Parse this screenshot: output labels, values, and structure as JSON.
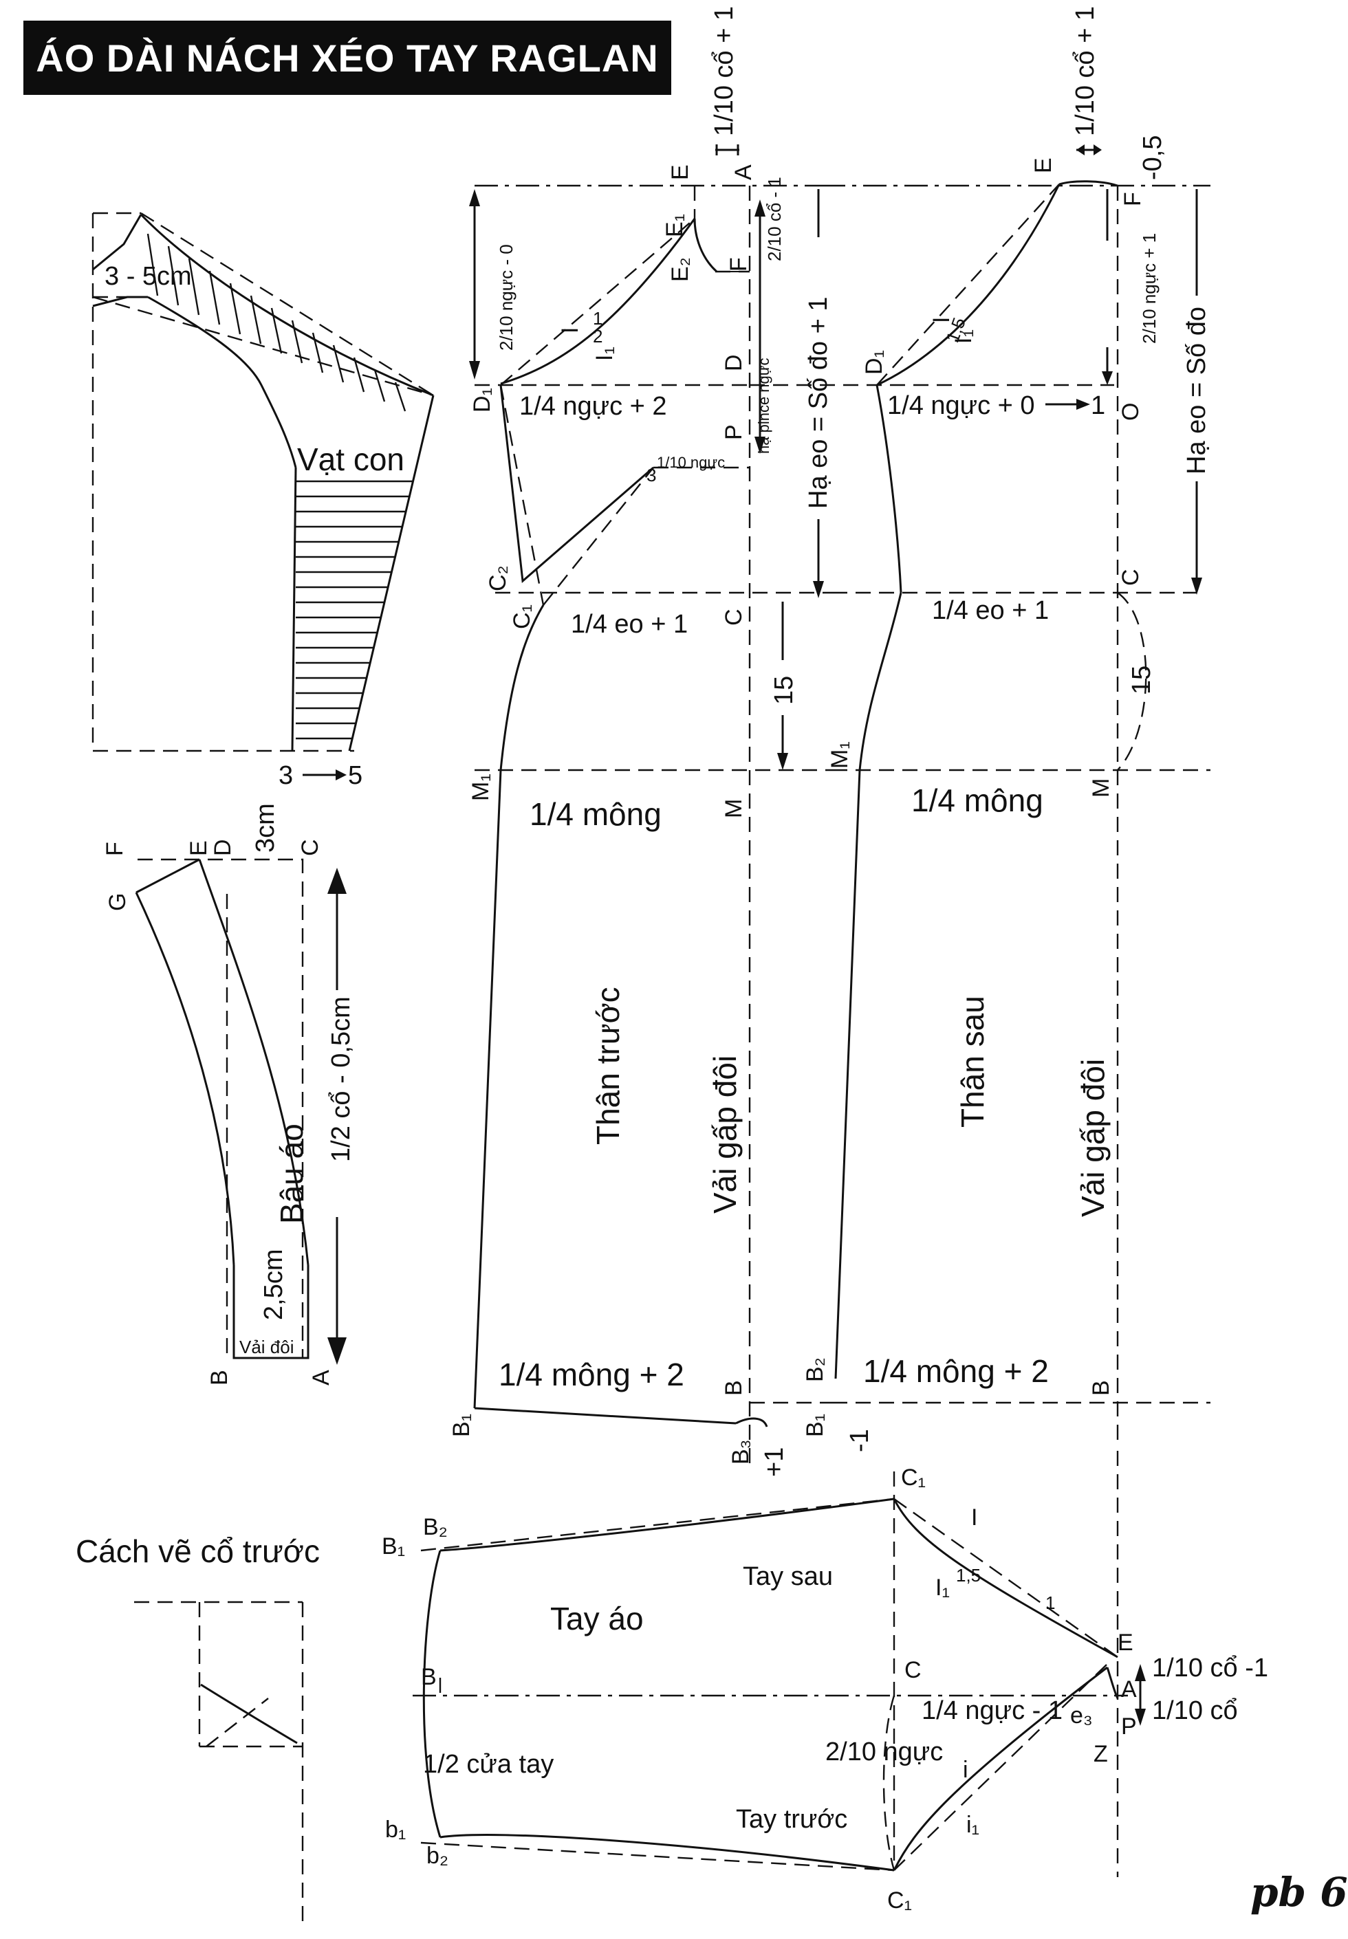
{
  "title": "ÁO DÀI NÁCH XÉO TAY RAGLAN",
  "page_mark": "pb 6",
  "vat_con": {
    "label": "Vạt con",
    "width_note": "3 - 5cm",
    "bottom_from": "3",
    "bottom_to": "5"
  },
  "collar": {
    "label": "Bâu áo",
    "width_note": "2,5cm",
    "fold_note": "Vải đôi",
    "length_note": "1/2 cổ - 0,5cm",
    "top_note": "3cm",
    "points": {
      "F": "F",
      "E": "E",
      "D": "D",
      "C": "C",
      "G": "G",
      "B": "B",
      "A": "A"
    }
  },
  "front_body": {
    "label": "Thân trước",
    "fold_label": "Vải gấp đôi",
    "neck_width": "1/10 cổ + 1",
    "neck_depth": "2/10 cổ - 1",
    "shoulder_depth": "2/10 ngực - 0",
    "chest": "1/4 ngực + 2",
    "dart_depth": "hạ pince ngực",
    "dart_width": "1/10 ngực",
    "waist_depth": "Hạ eo = Số đo + 1",
    "waist": "1/4 eo + 1",
    "hip_gap": "15",
    "hip": "1/4 mông",
    "hem": "1/4 mông + 2",
    "hem_plus": "+1",
    "marks": {
      "slope1": "1",
      "slope2": "2",
      "dart3": "3"
    },
    "points": {
      "E": "E",
      "A": "A",
      "E1": "E₁",
      "E2": "E₂",
      "F": "F",
      "I": "I",
      "I1": "I₁",
      "D1": "D₁",
      "D": "D",
      "P": "P",
      "C2": "C₂",
      "C1": "C₁",
      "C": "C",
      "M1": "M₁",
      "M": "M",
      "B1": "B₁",
      "B": "B",
      "B3": "B₃"
    }
  },
  "back_body": {
    "label": "Thân sau",
    "fold_label": "Vải gấp đôi",
    "neck_width": "1/10 cổ + 1",
    "neck_drop": "-0,5",
    "shoulder_depth": "2/10 ngực + 1",
    "waist_depth": "Hạ eo = Số đo",
    "chest": "1/4 ngực + 0",
    "chest_mark": "1",
    "slope": "1,5",
    "waist": "1/4 eo + 1",
    "hip_gap": "15",
    "hip": "1/4 mông",
    "hem": "1/4 mông + 2",
    "hem_minus": "-1",
    "points": {
      "E": "E",
      "F": "F",
      "I": "I",
      "I1": "I₁",
      "D1": "D₁",
      "O": "O",
      "C": "C",
      "M1": "M₁",
      "M": "M",
      "B2": "B₂",
      "B1": "B₁",
      "B": "B"
    }
  },
  "sleeve": {
    "label": "Tay áo",
    "back_label": "Tay sau",
    "front_label": "Tay trước",
    "cuff": "1/2 cửa tay",
    "chest_note": "1/4 ngực - 1",
    "chest2_note": "2/10 ngực",
    "slope": "1,5",
    "neck_a": "1/10 cổ -1",
    "neck_b": "1/10 cổ",
    "points": {
      "C1top": "C₁",
      "C1bot": "C₁",
      "C": "C",
      "B": "B",
      "B1": "B₁",
      "B2": "B₂",
      "b1": "b₁",
      "b2": "b₂",
      "E": "E",
      "A": "A",
      "P": "P",
      "Z": "Z",
      "e3": "e₃",
      "I": "I",
      "I1": "I₁",
      "i": "i",
      "i1": "i₁",
      "slope_mark": "1"
    }
  },
  "neck_guide": {
    "label": "Cách vẽ cổ trước"
  }
}
